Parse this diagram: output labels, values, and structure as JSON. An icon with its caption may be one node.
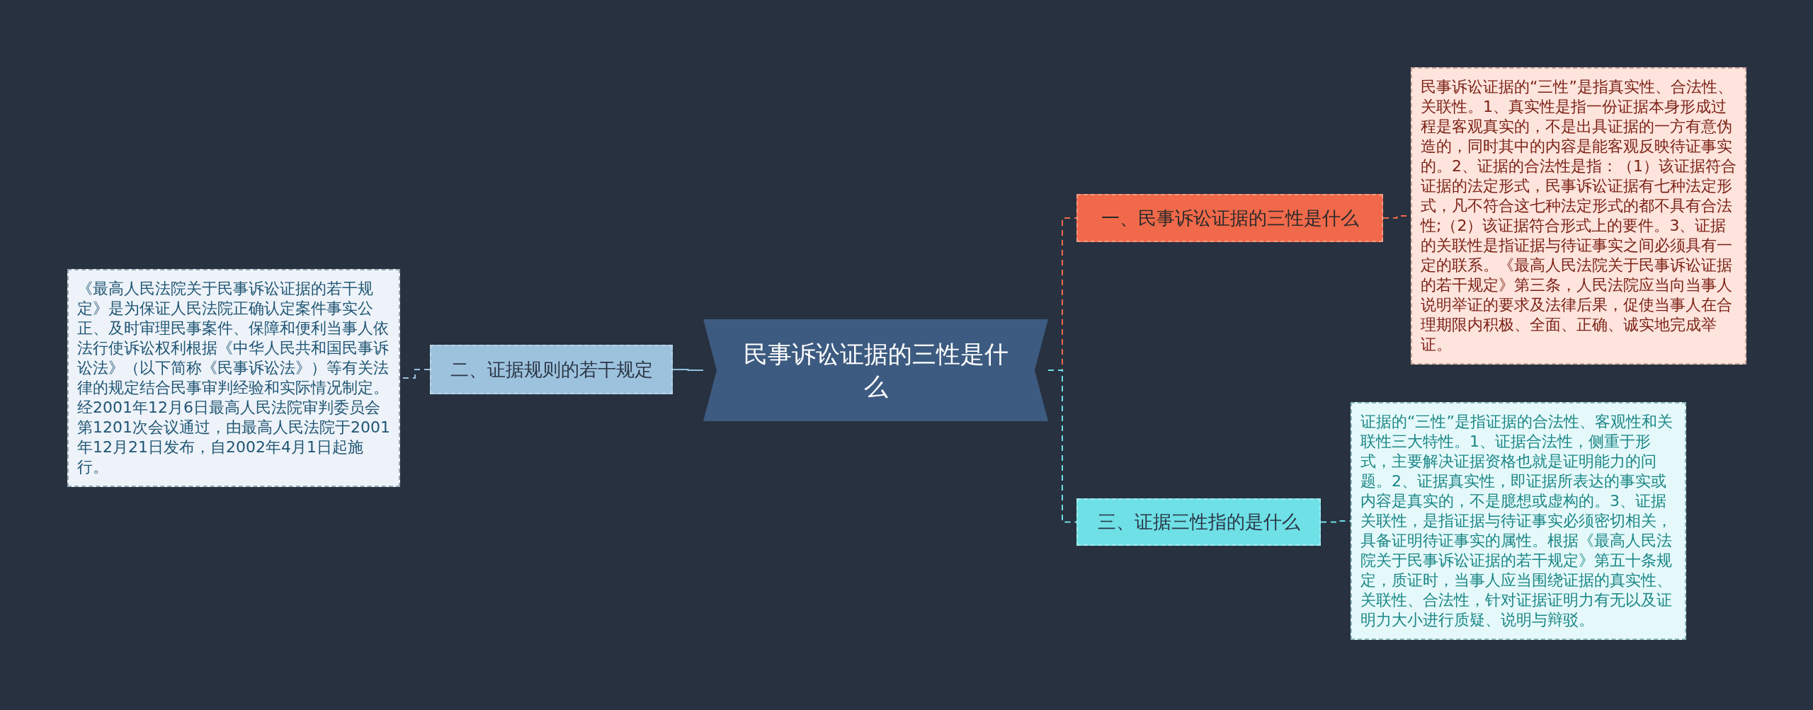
{
  "diagram": {
    "nodes": [
      {
        "text": [
          "民事诉讼证据的三性是什么"
        ]
      },
      {
        "text": [
          "一、民事诉讼证据的三性是什么"
        ]
      },
      {
        "text": [
          "民事诉讼证据的“三性”是指真实性、合法性、关联性。1、真实性是指一份证据本身形成过程是客观真实的，不是出具证据的一方有意伪造的，同时其中的内容是能客观反映待证事实的。2、证据的合法性是指：（1）该证据符合证据的法定形式，民事诉讼证据有七种法定形式，凡不符合这七种法定形式的都不具有合法性;（2）该证据符合形式上的要件。3、证据的关联性是指证据与待证事实之间必须具有一定的联系。《最高人民法院关于民事诉讼证据的若干规定》第三条，人民法院应当向当事人说明举证的要求及法律后果，促使当事人在合理期限内积极、全面、正确、诚实地完成举证。"
        ]
      },
      {
        "text": [
          "二、证据规则的若干规定"
        ]
      },
      {
        "text": [
          "《最高人民法院关于民事诉讼证据的若干规定》是为保证人民法院正确认定案件事实公正、及时审理民事案件、保障和便利当事人依法行使诉讼权利根据《中华人民共和国民事诉讼法》（以下简称《民事诉讼法》）等有关法律的规定结合民事审判经验和实际情况制定。经2001年12月6日最高人民法院审判委员会第1201次会议通过，由最高人民法院于2001年12月21日发布，自2002年4月1日起施行。"
        ]
      },
      {
        "text": [
          "三、证据三性指的是什么"
        ]
      },
      {
        "text": [
          "证据的“三性”是指证据的合法性、客观性和关联性三大特性。1、证据合法性，侧重于形式，主要解决证据资格也就是证明能力的问题。2、证据真实性，即证据所表达的事实或内容是真实的，不是臆想或虚构的。3、证据关联性，是指证据与待证事实必须密切相关，具备证明待证事实的属性。根据《最高人民法院关于民事诉讼证据的若干规定》第五十条规定，质证时，当事人应当围绕证据的真实性、关联性、合法性，针对证据证明力有无以及证明力大小进行质疑、说明与辩驳。"
        ]
      }
    ],
    "edges": [
      {
        "from": 0,
        "to": 1,
        "arrow": "none",
        "style": "dashed",
        "color": "#f0694a"
      },
      {
        "from": 1,
        "to": 2,
        "arrow": "none",
        "style": "dashed",
        "color": "#f0694a"
      },
      {
        "from": 0,
        "to": 3,
        "arrow": "none",
        "color": "#8fc1dc"
      },
      {
        "from": 3,
        "to": 4,
        "arrow": "none",
        "style": "dashed",
        "color": "#9dc2dd"
      },
      {
        "from": 0,
        "to": 5,
        "arrow": "none",
        "style": "dashed",
        "color": "#6ee0e6"
      },
      {
        "from": 5,
        "to": 6,
        "arrow": "none",
        "style": "dashed",
        "color": "#6ee0e6"
      }
    ]
  }
}
